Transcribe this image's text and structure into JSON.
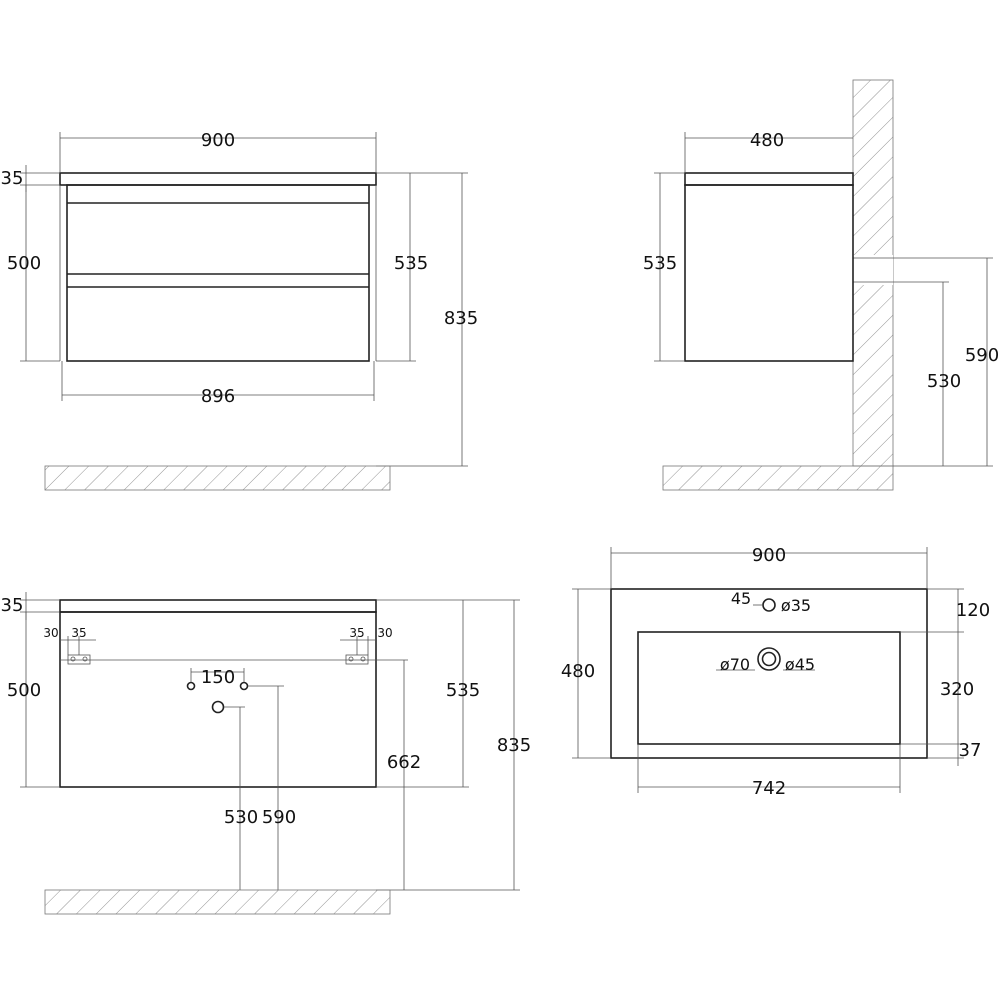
{
  "front_view": {
    "width_top": "900",
    "top_thickness": "35",
    "body_height": "500",
    "total_height_cabinet": "535",
    "overall_height": "835",
    "width_bottom": "896"
  },
  "side_view": {
    "depth": "480",
    "height": "535",
    "pipe_height_upper": "590",
    "pipe_height_lower": "530"
  },
  "back_view": {
    "top_thickness": "35",
    "left_offset_a": "30",
    "left_offset_b": "35",
    "right_offset_b": "35",
    "right_offset_a": "30",
    "pipe_spacing": "150",
    "body_height": "500",
    "total_height_cabinet": "535",
    "overall_height": "835",
    "bracket_height": "662",
    "drain_height": "530",
    "supply_height": "590"
  },
  "top_view": {
    "width": "900",
    "depth": "480",
    "tap_offset": "45",
    "tap_hole": "ø35",
    "back_margin": "120",
    "basin_depth": "320",
    "front_margin": "37",
    "basin_width": "742",
    "drain_outer": "ø70",
    "drain_inner": "ø45"
  }
}
